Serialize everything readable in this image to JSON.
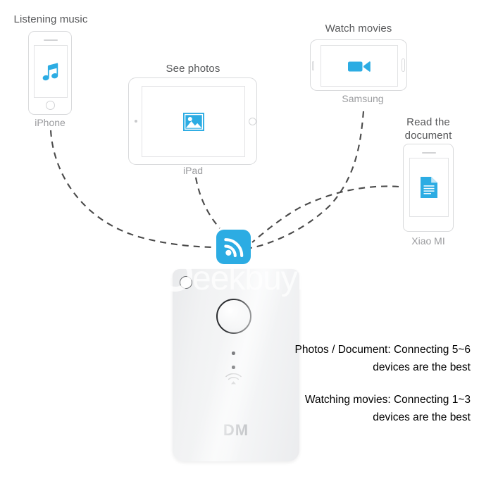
{
  "brand": {
    "watermark": "eekbuying",
    "device_logo": "DM"
  },
  "colors": {
    "accent_blue": "#2CACE3",
    "label_gray": "#58595b",
    "device_name_gray": "#9a9b9e",
    "outline_gray": "#d9dadc",
    "line_gray": "#4a4a4a"
  },
  "devices": [
    {
      "id": "iphone",
      "activity": "Listening music",
      "name": "iPhone",
      "icon": "music-note-icon"
    },
    {
      "id": "ipad",
      "activity": "See photos",
      "name": "iPad",
      "icon": "photo-icon"
    },
    {
      "id": "samsung",
      "activity": "Watch movies",
      "name": "Samsung",
      "icon": "video-camera-icon"
    },
    {
      "id": "xiaomi",
      "activity": "Read the\ndocument",
      "name": "Xiao MI",
      "icon": "document-icon"
    }
  ],
  "hub": {
    "icon": "wifi-signal-icon",
    "label": "wifi-hub"
  },
  "powerbank": {
    "logo": "DM",
    "button": "power-button",
    "leds": 2,
    "wifi_indicator": "wifi-icon"
  },
  "info": {
    "line1": "Photos / Document: Connecting 5~6",
    "line2": "devices are the best",
    "line3": "Watching movies: Connecting 1~3",
    "line4": "devices are the best"
  }
}
